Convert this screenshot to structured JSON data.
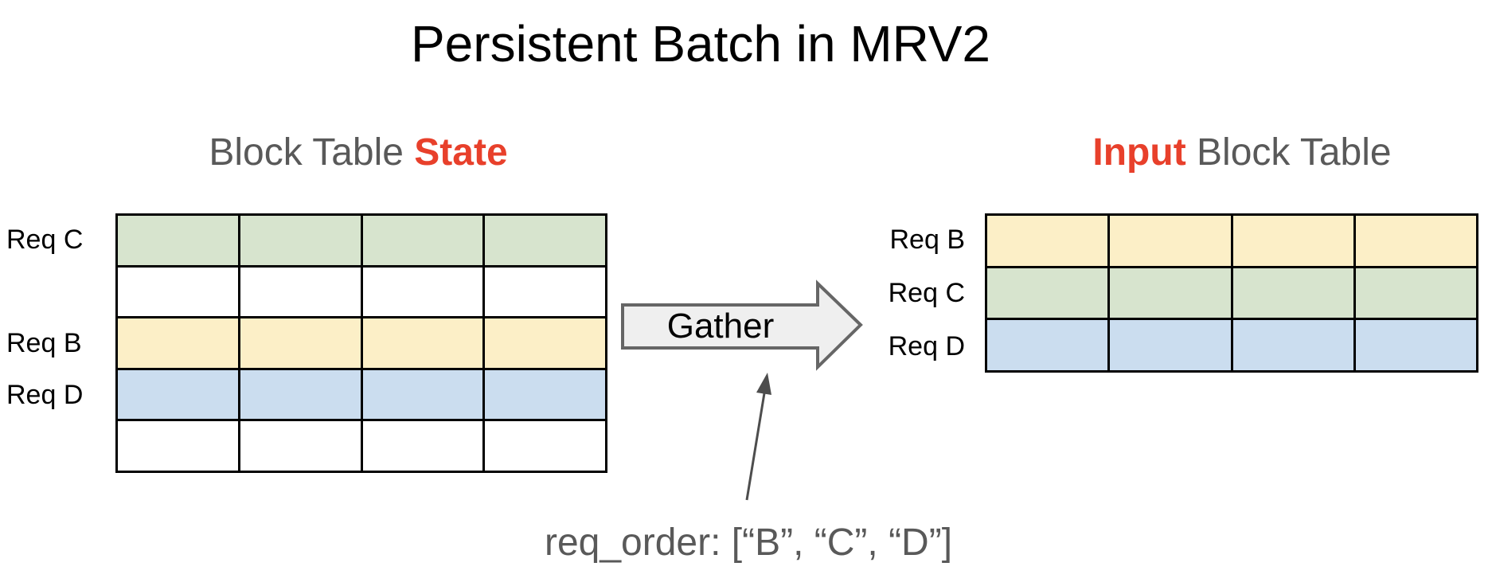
{
  "title": "Persistent Batch in MRV2",
  "left_table": {
    "heading": {
      "plain": "Block Table ",
      "accent": "State"
    },
    "columns": 4,
    "rows": [
      {
        "label": "Req C",
        "color": "green"
      },
      {
        "label": "",
        "color": "white"
      },
      {
        "label": "Req B",
        "color": "yellow"
      },
      {
        "label": "Req D",
        "color": "blue"
      },
      {
        "label": "",
        "color": "white"
      }
    ]
  },
  "right_table": {
    "heading": {
      "accent": "Input",
      "plain": " Block Table"
    },
    "columns": 4,
    "rows": [
      {
        "label": "Req B",
        "color": "yellow"
      },
      {
        "label": "Req C",
        "color": "green"
      },
      {
        "label": "Req D",
        "color": "blue"
      }
    ]
  },
  "gather": {
    "label": "Gather"
  },
  "annotation": {
    "label": "req_order: [“B”, “C”, “D”]"
  },
  "colors": {
    "green": "#d7e4ce",
    "yellow": "#fcefc7",
    "blue": "#cbddef",
    "white": "#ffffff",
    "accent_red": "#e8402b",
    "heading_gray": "#595959",
    "arrow_fill": "#efefef",
    "arrow_stroke": "#666666",
    "annotation_gray": "#4d4d4d"
  }
}
